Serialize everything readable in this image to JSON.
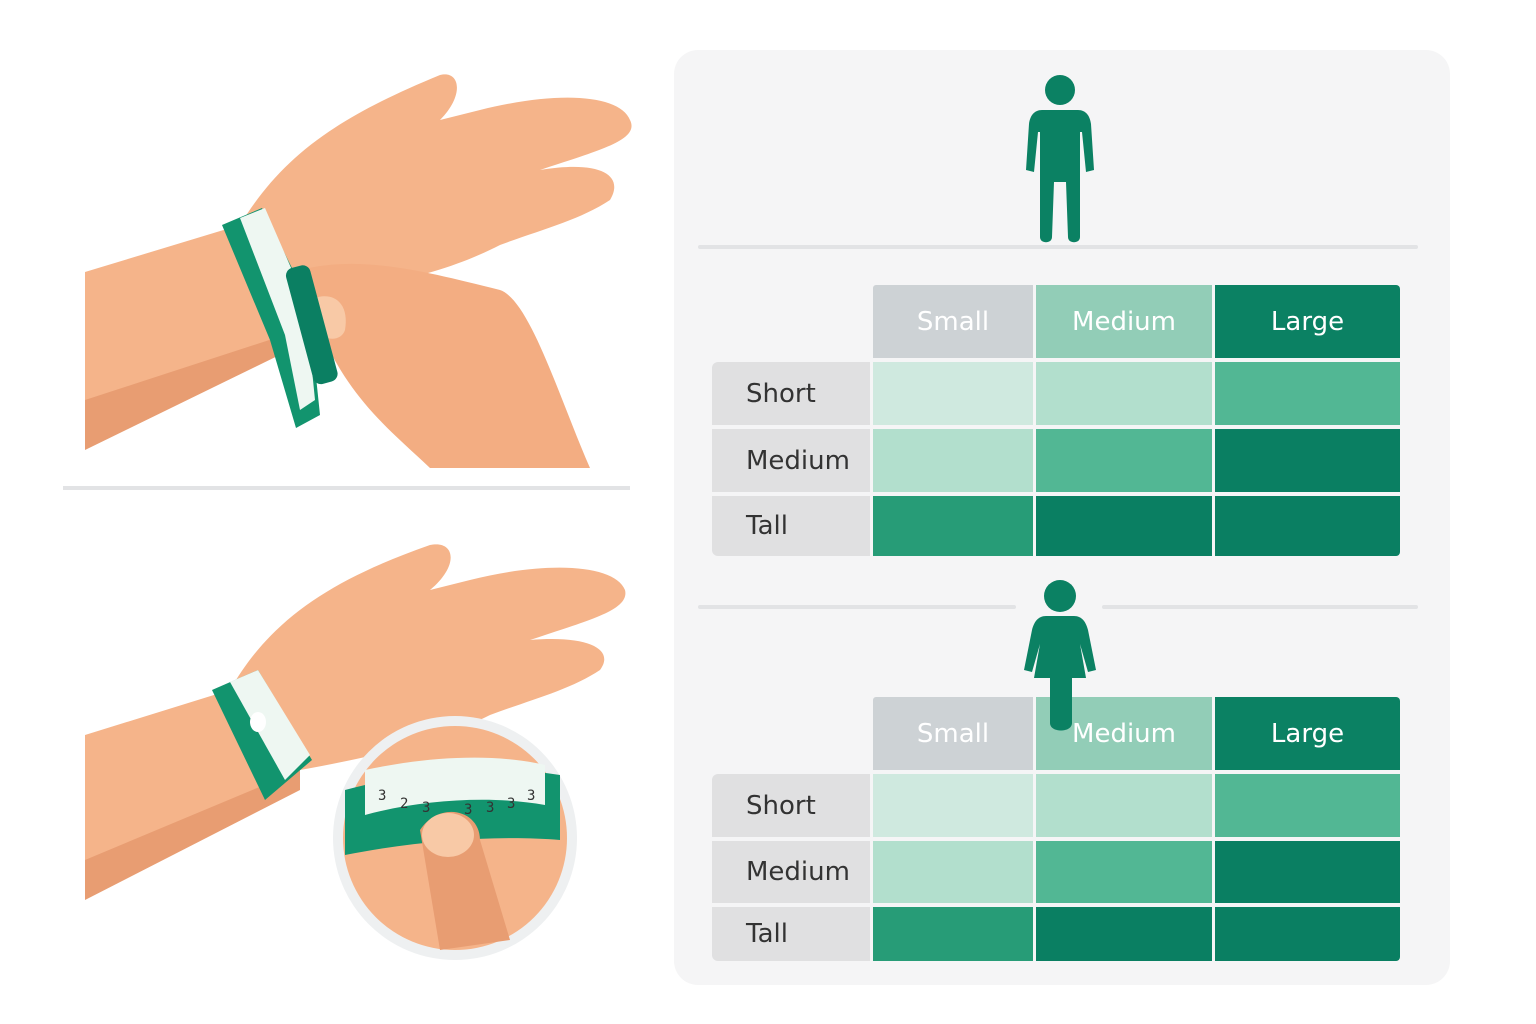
{
  "tables": [
    {
      "figure": "male-figure-icon",
      "columns": [
        "Small",
        "Medium",
        "Large"
      ],
      "rows": [
        "Short",
        "Medium",
        "Tall"
      ],
      "levels": [
        [
          1,
          2,
          3
        ],
        [
          2,
          3,
          5
        ],
        [
          4,
          5,
          5
        ]
      ]
    },
    {
      "figure": "female-figure-icon",
      "columns": [
        "Small",
        "Medium",
        "Large"
      ],
      "rows": [
        "Short",
        "Medium",
        "Tall"
      ],
      "levels": [
        [
          1,
          2,
          3
        ],
        [
          2,
          3,
          5
        ],
        [
          4,
          5,
          5
        ]
      ]
    }
  ],
  "colors": {
    "accent": "#0b8163",
    "header": [
      "#cdd2d5",
      "#92cdb7",
      "#0b8163"
    ],
    "levels": [
      "#cfe9df",
      "#b2dfcd",
      "#52b794",
      "#279c77",
      "#0a7f62"
    ],
    "skin": "#f5b48a",
    "tape": "#12946e"
  },
  "magnifier_tape_numbers": [
    "3",
    "2",
    "3",
    "3",
    "3",
    "3",
    "3"
  ]
}
